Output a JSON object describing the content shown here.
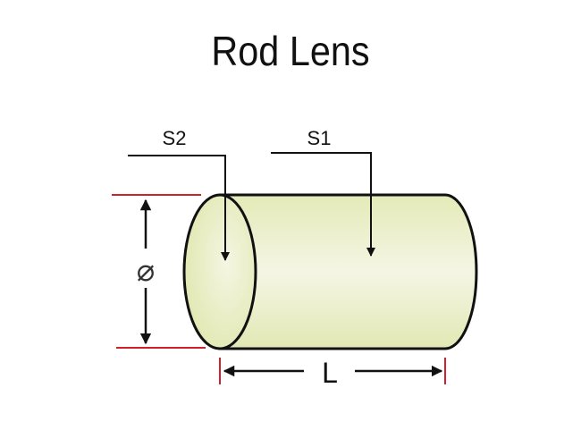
{
  "title": "Rod Lens",
  "labels": {
    "s2": "S2",
    "s1": "S1",
    "diameter": "⌀",
    "length": "L"
  },
  "colors": {
    "fill": "#eef2d4",
    "dimension_line": "#d0202e",
    "stroke": "#111111"
  }
}
